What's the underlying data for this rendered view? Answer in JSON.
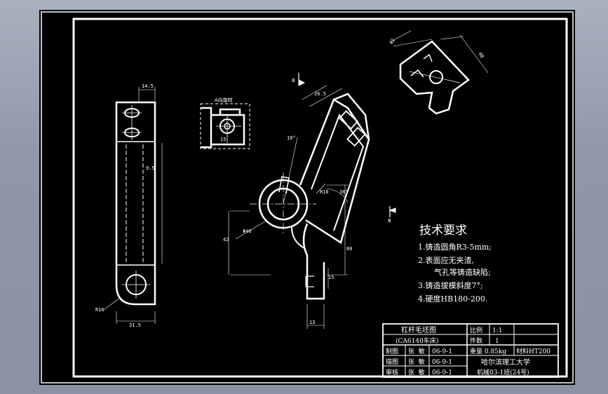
{
  "view_labels": {
    "section_a": "A向旋转",
    "view_b_top": "B",
    "view_b_bottom": "B"
  },
  "dimensions": {
    "left_top_width": "14.5",
    "left_slot_length": "9.5",
    "left_fillet": "R16",
    "left_bottom_width": "31.5",
    "center_top_width": "26.5",
    "center_angle": "10°",
    "center_radius": "R10",
    "center_angle2": "36°",
    "center_height_left": "42",
    "center_hole_dia": "Φ46",
    "center_height_right": "80",
    "center_small": "15",
    "center_bottom": "13",
    "sect_small": "15",
    "iso_dim_a": "42",
    "iso_dim_b": "48"
  },
  "tech_requirements": {
    "title": "技术要求",
    "lines": [
      "1.铸造圆角R3-5mm;",
      "2.表面应无夹渣,",
      "  气孔等铸造缺陷;",
      "3.铸造拔模斜度7°;",
      "4.硬度HB180-200."
    ]
  },
  "title_block": {
    "part_name": "杠杆毛坯图",
    "machine": "(CA6140车床)",
    "scale_label": "比例",
    "scale_value": "1:1",
    "qty_label": "件数",
    "qty_value": "1",
    "rows": [
      {
        "role": "制图",
        "name": "张  敏",
        "date": "06-9-1"
      },
      {
        "role": "描图",
        "name": "张  敏",
        "date": "06-9-1"
      },
      {
        "role": "审核",
        "name": "张  敏",
        "date": "06-9-1"
      }
    ],
    "weight": "重量 0.85kg",
    "material": "材料HT200",
    "school": "哈尔滨理工大学",
    "class_info": "机械03-1班(24号)"
  }
}
